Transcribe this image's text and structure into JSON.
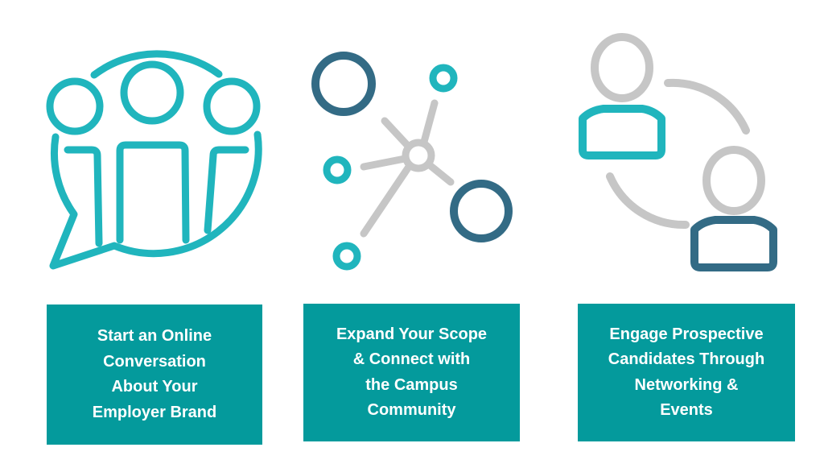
{
  "colors": {
    "teal": "#20b5bd",
    "dark": "#336b85",
    "gray": "#c6c6c6",
    "box": "#049a9c"
  },
  "cards": [
    {
      "icon": "speech-bubble-people-icon",
      "label": "Start an Online\nConversation\nAbout Your\nEmployer Brand"
    },
    {
      "icon": "network-nodes-icon",
      "label": "Expand Your Scope\n& Connect with\nthe Campus\nCommunity"
    },
    {
      "icon": "people-exchange-icon",
      "label": "Engage Prospective\nCandidates Through\nNetworking &\nEvents"
    }
  ]
}
